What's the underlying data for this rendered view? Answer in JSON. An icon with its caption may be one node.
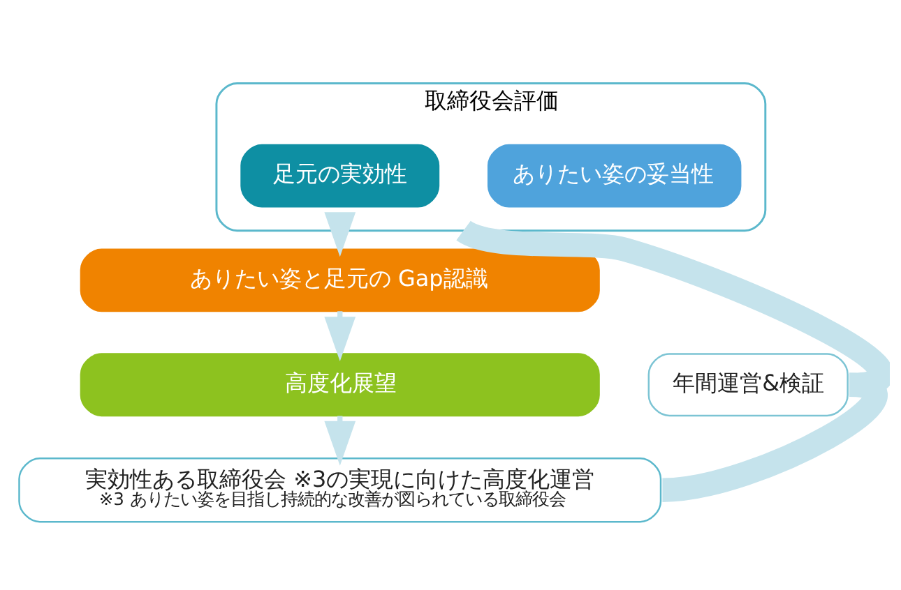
{
  "diagram": {
    "nodes": [
      {
        "text": [
          "取締役会評価"
        ]
      },
      {
        "text": [
          "足元の実効性"
        ],
        "in": 0
      },
      {
        "text": [
          "ありたい姿の妥当性"
        ],
        "in": 0
      },
      {
        "text": [
          "ありたい姿と足元の Gap認識"
        ]
      },
      {
        "text": [
          "高度化展望"
        ]
      },
      {
        "text": [
          "実効性ある取締役会 ※3の実現に向けた高度化運営",
          "※3 ありたい姿を目指し持続的な改善が図られている取締役会"
        ]
      },
      {
        "text": [
          "年間運営&検証"
        ]
      }
    ],
    "edges": [
      {
        "from": 0,
        "to": 3,
        "arrow": "to"
      },
      {
        "from": 3,
        "to": 4,
        "arrow": "to"
      },
      {
        "from": 4,
        "to": 5,
        "arrow": "to"
      },
      {
        "from": 5,
        "to": 6,
        "arrow": "none",
        "style": "thick"
      },
      {
        "from": 6,
        "to": 0,
        "arrow": "none",
        "style": "thick"
      }
    ]
  }
}
